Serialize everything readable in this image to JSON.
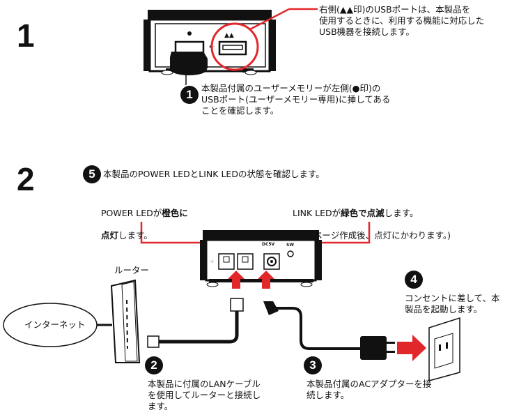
{
  "step1": {
    "number": "1",
    "note_right": "右側(▲▲印)のUSBポートは、本製品を\n使用するときに、利用する機能に対応した\nUSB機器を接続します。",
    "marker": "1",
    "note_bottom": "本製品付属のユーザーメモリーが左側(●印)の\nUSBポート(ユーザーメモリー専用)に挿してある\nことを確認します。",
    "port_left_symbol": "●",
    "port_right_symbol": "▲▲"
  },
  "step2": {
    "number": "2",
    "marker5": "5",
    "heading": "本製品のPOWER LEDとLINK LEDの状態を確認します。",
    "power_led": {
      "a": "POWER LEDが",
      "b": "橙色に",
      "c": "点灯",
      "d": "します。"
    },
    "link_led": {
      "a": "LINK LEDが",
      "b": "緑色で点滅",
      "c": "します。",
      "line2": "(マイページ作成後、点灯にかわります。)"
    },
    "router_label": "ルーター",
    "internet_label": "インターネット",
    "marker2": "2",
    "lan_text": "本製品に付属のLANケーブル\nを使用してルーターと接続し\nます。",
    "marker3": "3",
    "ac_text": "本製品付属のACアダプターを接\n続します。",
    "marker4": "4",
    "outlet_text": "コンセントに差して、本\n製品を起動します。",
    "back_panel_sw_label": "SW",
    "back_panel_dc_label": "-◆+\nDC5V"
  },
  "colors": {
    "red": "#e2272b",
    "black": "#111111"
  }
}
